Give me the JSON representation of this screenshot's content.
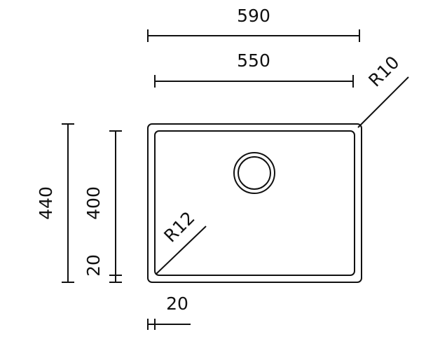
{
  "drawing": {
    "dimensions": {
      "outer_width": "590",
      "inner_width": "550",
      "outer_height": "440",
      "inner_height": "400",
      "side_offset": "20",
      "bottom_offset": "20"
    },
    "radii": {
      "outer_corner": "R10",
      "inner_corner": "R12"
    },
    "colors": {
      "line": "#111111",
      "background": "#ffffff"
    }
  }
}
